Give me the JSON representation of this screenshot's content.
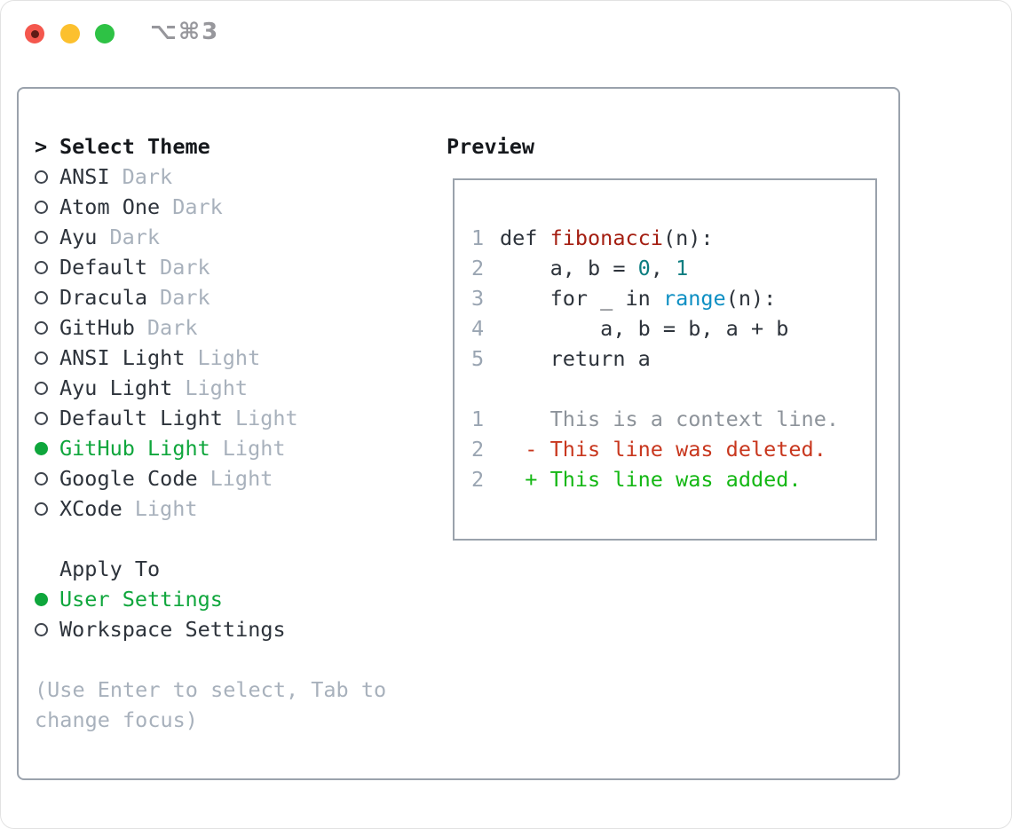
{
  "window": {
    "shortcut_label": "⌥⌘3",
    "traffic_lights": [
      "close",
      "minimize",
      "zoom"
    ]
  },
  "theme_picker": {
    "prompt": ">",
    "title": "Select Theme",
    "items": [
      {
        "name": "ANSI",
        "variant": "Dark",
        "selected": false
      },
      {
        "name": "Atom One",
        "variant": "Dark",
        "selected": false
      },
      {
        "name": "Ayu",
        "variant": "Dark",
        "selected": false
      },
      {
        "name": "Default",
        "variant": "Dark",
        "selected": false
      },
      {
        "name": "Dracula",
        "variant": "Dark",
        "selected": false
      },
      {
        "name": "GitHub",
        "variant": "Dark",
        "selected": false
      },
      {
        "name": "ANSI Light",
        "variant": "Light",
        "selected": false
      },
      {
        "name": "Ayu Light",
        "variant": "Light",
        "selected": false
      },
      {
        "name": "Default Light",
        "variant": "Light",
        "selected": false
      },
      {
        "name": "GitHub Light",
        "variant": "Light",
        "selected": true
      },
      {
        "name": "Google Code",
        "variant": "Light",
        "selected": false
      },
      {
        "name": "XCode",
        "variant": "Light",
        "selected": false
      }
    ]
  },
  "apply_to": {
    "title": "Apply To",
    "options": [
      {
        "name": "User Settings",
        "selected": true
      },
      {
        "name": "Workspace Settings",
        "selected": false
      }
    ]
  },
  "hint": "(Use Enter to select, Tab to change focus)",
  "preview": {
    "title": "Preview",
    "lines": [
      {
        "num": "1",
        "tokens": [
          {
            "text": "def ",
            "type": "keyword"
          },
          {
            "text": "fibonacci",
            "type": "function"
          },
          {
            "text": "(n):",
            "type": "plain"
          }
        ]
      },
      {
        "num": "2",
        "tokens": [
          {
            "text": "    a, b = ",
            "type": "plain"
          },
          {
            "text": "0",
            "type": "number"
          },
          {
            "text": ", ",
            "type": "plain"
          },
          {
            "text": "1",
            "type": "number"
          }
        ]
      },
      {
        "num": "3",
        "tokens": [
          {
            "text": "    for _ in ",
            "type": "plain"
          },
          {
            "text": "range",
            "type": "builtin"
          },
          {
            "text": "(n):",
            "type": "plain"
          }
        ]
      },
      {
        "num": "4",
        "tokens": [
          {
            "text": "        a, b = b, a + b",
            "type": "plain"
          }
        ]
      },
      {
        "num": "5",
        "tokens": [
          {
            "text": "    return a",
            "type": "plain"
          }
        ]
      },
      {
        "num": "",
        "tokens": []
      },
      {
        "num": "1",
        "tokens": [
          {
            "text": "    This is a context line.",
            "type": "diff-context"
          }
        ]
      },
      {
        "num": "2",
        "tokens": [
          {
            "text": "  - This line was deleted.",
            "type": "diff-deleted"
          }
        ]
      },
      {
        "num": "2",
        "tokens": [
          {
            "text": "  + This line was added.",
            "type": "diff-added"
          }
        ]
      }
    ]
  },
  "colors": {
    "accent_green": "#0fa63c",
    "diff_added": "#14b714",
    "diff_deleted": "#c8371e",
    "diff_context": "#8d939a",
    "syntax_function": "#a41e11",
    "syntax_number": "#0c7d80",
    "syntax_builtin": "#0e8fc3",
    "line_number": "#9aa5b2",
    "panel_border": "#9aa2ac",
    "muted_text": "#a8b1bc",
    "traffic_close": "#f4574d",
    "traffic_minimize": "#fcc02e",
    "traffic_zoom": "#2ec245"
  }
}
